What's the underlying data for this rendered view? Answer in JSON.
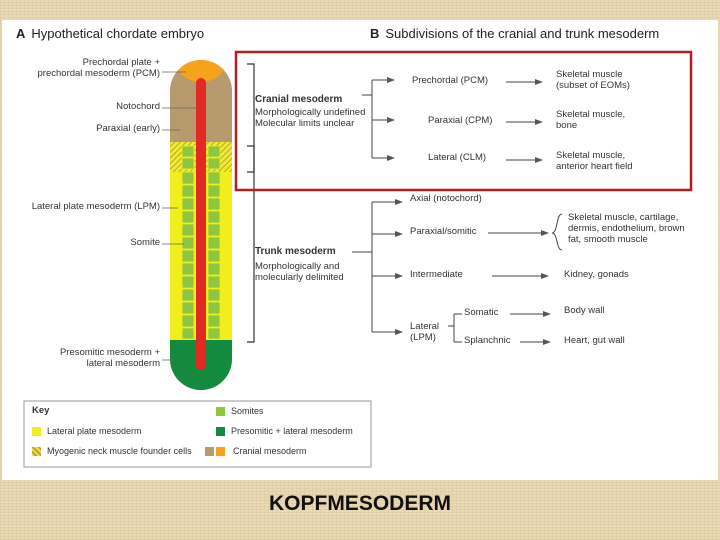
{
  "panel_a": {
    "letter": "A",
    "title": "Hypothetical chordate embryo",
    "labels": {
      "prechordal": "Prechordal plate +\nprechordal mesoderm (PCM)",
      "notochord": "Notochord",
      "paraxial_early": "Paraxial (early)",
      "lpm": "Lateral plate mesoderm (LPM)",
      "somite": "Somite",
      "presomitic": "Presomitic mesoderm +\nlateral mesoderm"
    }
  },
  "panel_b": {
    "letter": "B",
    "title": "Subdivisions of the cranial and trunk mesoderm",
    "cranial": {
      "title": "Cranial mesoderm",
      "subtitle": "Morphologically undefined\nMolecular limits unclear",
      "branches": [
        {
          "name": "Prechordal (PCM)",
          "fate": "Skeletal muscle\n(subset of EOMs)"
        },
        {
          "name": "Paraxial (CPM)",
          "fate": "Skeletal muscle,\nbone"
        },
        {
          "name": "Lateral (CLM)",
          "fate": "Skeletal muscle,\nanterior heart field"
        }
      ]
    },
    "trunk": {
      "title": "Trunk mesoderm",
      "subtitle": "Morphologically and\nmolecularly delimited",
      "axial": "Axial (notochord)",
      "paraxial": "Paraxial/somitic",
      "paraxial_fate": "Skeletal muscle, cartilage,\ndermis, endothelium, brown\nfat, smooth muscle",
      "intermediate": "Intermediate",
      "intermediate_fate": "Kidney, gonads",
      "lateral": "Lateral\n(LPM)",
      "somatic": "Somatic",
      "somatic_fate": "Body wall",
      "splanchnic": "Splanchnic",
      "splanchnic_fate": "Heart, gut wall"
    }
  },
  "key": {
    "title": "Key",
    "items": [
      {
        "label": "Lateral plate mesoderm",
        "colors": [
          "#f2ee1c"
        ]
      },
      {
        "label": "Myogenic neck muscle founder cells",
        "colors": [
          "hatch"
        ]
      },
      {
        "label": "Somites",
        "colors": [
          "#8fc640"
        ]
      },
      {
        "label": "Presomitic + lateral mesoderm",
        "colors": [
          "#138a3e"
        ]
      },
      {
        "label": "Cranial mesoderm",
        "colors": [
          "#b79a6e",
          "#f5a31a"
        ]
      }
    ]
  },
  "colors": {
    "highlight_box": "#b51d1d",
    "notochord": "#e22a24",
    "lpm": "#f2ee1c",
    "somite": "#8fc640",
    "presomitic": "#138a3e",
    "cranial": "#b79a6e",
    "prechordal": "#f5a31a"
  },
  "caption": "KOPFMESODERM"
}
